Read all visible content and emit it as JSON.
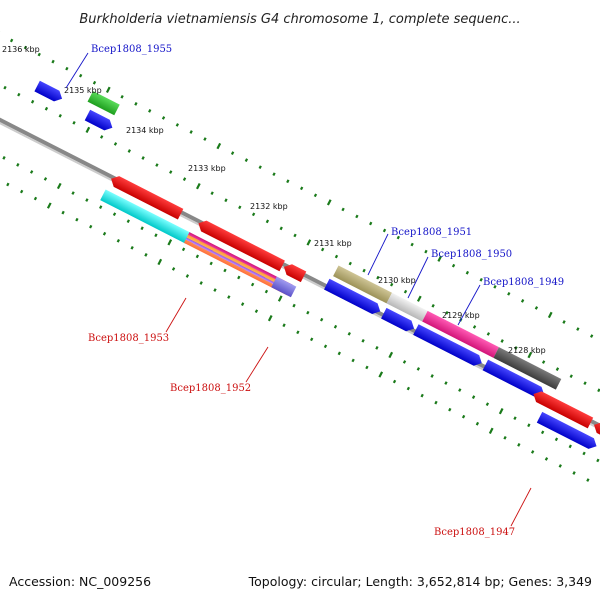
{
  "title": "Burkholderia vietnamiensis G4 chromosome 1, complete sequenc...",
  "footer": {
    "accession": "Accession: NC_009256",
    "summary": "Topology: circular; Length: 3,652,814 bp; Genes: 3,349"
  },
  "ruler_labels": [
    "2136 kbp",
    "2135 kbp",
    "2134 kbp",
    "2133 kbp",
    "2132 kbp",
    "2131 kbp",
    "2130 kbp",
    "2129 kbp",
    "2128 kbp"
  ],
  "gene_labels": [
    {
      "text": "Bcep1808_1955",
      "strand": "forward"
    },
    {
      "text": "Bcep1808_1951",
      "strand": "forward"
    },
    {
      "text": "Bcep1808_1950",
      "strand": "forward"
    },
    {
      "text": "Bcep1808_1949",
      "strand": "forward"
    },
    {
      "text": "Bcep1808_1953",
      "strand": "reverse"
    },
    {
      "text": "Bcep1808_1952",
      "strand": "reverse"
    },
    {
      "text": "Bcep1808_1947",
      "strand": "reverse"
    }
  ],
  "colors": {
    "forward_label": "#1515c8",
    "reverse_label": "#cc1111",
    "tick": "#1a7a1a",
    "backbone": "#888888"
  }
}
